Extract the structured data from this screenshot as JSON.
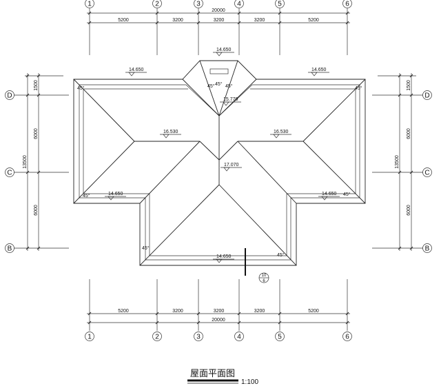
{
  "drawing": {
    "title": "屋面平面图",
    "scale": "1:100",
    "axes_columns": [
      "1",
      "2",
      "3",
      "4",
      "5",
      "6"
    ],
    "axes_rows": [
      "D",
      "C",
      "B"
    ],
    "column_spacings": [
      "5200",
      "3200",
      "3200",
      "3200",
      "5200"
    ],
    "column_total": "20000",
    "row_spacings": [
      "1500",
      "6000",
      "6000"
    ],
    "row_total": "13500",
    "elevations": {
      "eave_top_left": "14.650",
      "eave_top_right": "14.650",
      "dormer_top": "14.650",
      "dormer_ridge": "15.770",
      "wing_ridge_left": "16.530",
      "wing_ridge_right": "16.530",
      "main_ridge": "17.070",
      "eave_wing_left": "14.650",
      "eave_wing_right": "14.650",
      "eave_bottom": "14.650"
    },
    "angle_label": "45°",
    "detail_index": {
      "number": "10",
      "sheet": "6"
    }
  }
}
